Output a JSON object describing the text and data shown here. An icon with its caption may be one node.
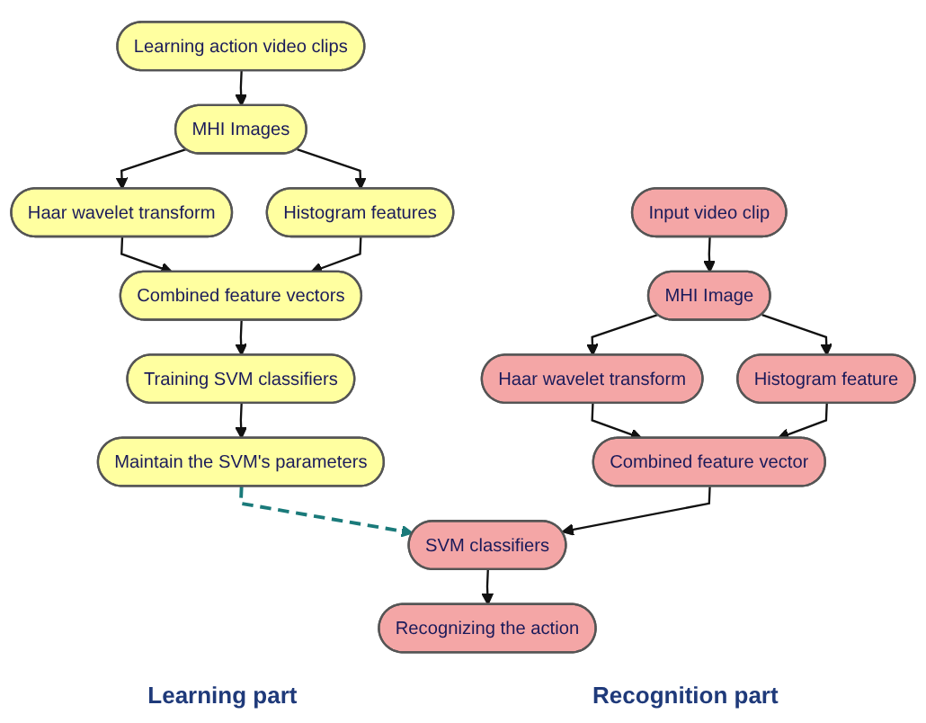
{
  "diagram": {
    "nodes": [
      {
        "text": [
          "Learning action video clips"
        ]
      },
      {
        "text": [
          "MHI Images"
        ]
      },
      {
        "text": [
          "Haar wavelet transform"
        ]
      },
      {
        "text": [
          "Histogram features"
        ]
      },
      {
        "text": [
          "Combined feature vectors"
        ]
      },
      {
        "text": [
          "Training SVM classifiers"
        ]
      },
      {
        "text": [
          "Maintain the SVM's parameters"
        ]
      },
      {
        "text": [
          "Input video clip"
        ]
      },
      {
        "text": [
          "MHI Image"
        ]
      },
      {
        "text": [
          "Haar wavelet transform"
        ]
      },
      {
        "text": [
          "Histogram feature"
        ]
      },
      {
        "text": [
          "Combined feature vector"
        ]
      },
      {
        "text": [
          "SVM classifiers"
        ]
      },
      {
        "text": [
          "Recognizing the action"
        ]
      }
    ],
    "edges": [
      {
        "from": 0,
        "to": 1,
        "arrow": "to"
      },
      {
        "from": 1,
        "to": 2,
        "arrow": "to"
      },
      {
        "from": 1,
        "to": 3,
        "arrow": "to"
      },
      {
        "from": 2,
        "to": 4,
        "arrow": "to"
      },
      {
        "from": 3,
        "to": 4,
        "arrow": "to"
      },
      {
        "from": 4,
        "to": 5,
        "arrow": "to"
      },
      {
        "from": 5,
        "to": 6,
        "arrow": "to"
      },
      {
        "from": 6,
        "to": 12,
        "arrow": "to",
        "style": "dashed",
        "color": "#1a7a7a"
      },
      {
        "from": 7,
        "to": 8,
        "arrow": "to"
      },
      {
        "from": 8,
        "to": 9,
        "arrow": "to"
      },
      {
        "from": 8,
        "to": 10,
        "arrow": "to"
      },
      {
        "from": 9,
        "to": 11,
        "arrow": "to"
      },
      {
        "from": 10,
        "to": 11,
        "arrow": "to"
      },
      {
        "from": 11,
        "to": 12,
        "arrow": "to"
      },
      {
        "from": 12,
        "to": 13,
        "arrow": "to"
      }
    ],
    "labels": [
      "Learning part",
      "Recognition part"
    ]
  }
}
